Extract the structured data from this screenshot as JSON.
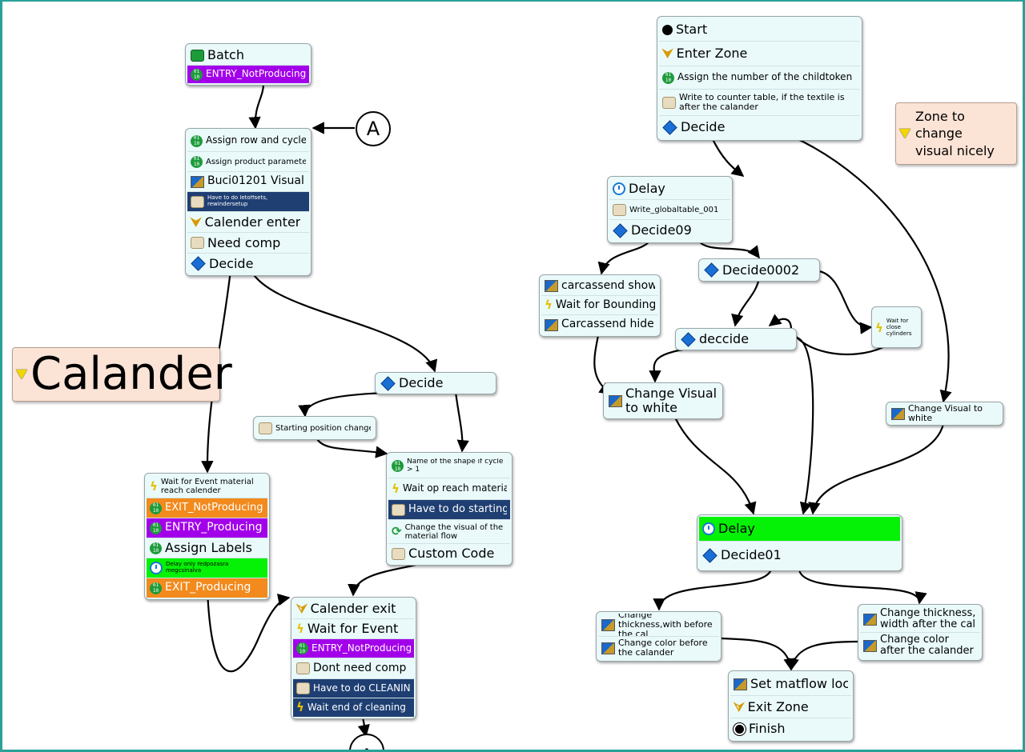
{
  "blocks": {
    "batch": {
      "items": [
        "Batch",
        "ENTRY_NotProducing"
      ]
    },
    "assign": {
      "items": [
        "Assign row and cycle",
        "Assign product parameters",
        "Buci01201 Visual",
        "Have to do letoffsets, rewindersetup",
        "Calender enter",
        "Need comp",
        "Decide"
      ]
    },
    "wait_event": {
      "items": [
        "Wait for Event material reach calender",
        "EXIT_NotProducing",
        "ENTRY_Producing",
        "Assign Labels",
        "Delay only ředpozasra megcsinalva",
        "EXIT_Producing"
      ]
    },
    "decide_mid": {
      "items": [
        "Decide"
      ]
    },
    "start_pos": {
      "items": [
        "Starting position change"
      ]
    },
    "name_shape": {
      "items": [
        "Name of the shape if cycle > 1",
        "Wait op reach material",
        "Have to do starting",
        "Change the visual of the material flow",
        "Custom Code"
      ]
    },
    "cal_exit": {
      "items": [
        "Calender exit",
        "Wait for Event",
        "ENTRY_NotProducing",
        "Dont need comp",
        "Have to do CLEANING",
        "Wait end of cleaning"
      ]
    },
    "start": {
      "items": [
        "Start",
        "Enter Zone",
        "Assign the number of the childtoken",
        "Write to counter table, if the textile is after the calander",
        "Decide"
      ]
    },
    "delay1": {
      "items": [
        "Delay",
        "Write_globaltable_001",
        "Decide09"
      ]
    },
    "carcass": {
      "items": [
        "carcassend show",
        "Wait for Bounding",
        "Carcassend hide"
      ]
    },
    "decide0002": {
      "items": [
        "Decide0002"
      ]
    },
    "deccide": {
      "items": [
        "deccide"
      ]
    },
    "wait_close": {
      "items": [
        "Wait for close cylinders"
      ]
    },
    "change_white1": {
      "items": [
        "Change Visual to white"
      ]
    },
    "change_white2": {
      "items": [
        "Change Visual to white"
      ]
    },
    "delay2": {
      "items": [
        "Delay",
        "Decide01"
      ]
    },
    "thick_before": {
      "items": [
        "Change thickness,with before the cal",
        "Change color before the calander"
      ]
    },
    "thick_after": {
      "items": [
        "Change thickness, width after the cal",
        "Change color after the calander"
      ]
    },
    "matflow": {
      "items": [
        "Set matflow loc",
        "Exit Zone",
        "Finish"
      ]
    }
  },
  "notes": {
    "calander": "Calander",
    "zone": "Zone to change visual nicely"
  },
  "connectors": {
    "a": "A"
  },
  "colors": {
    "frame": "#2aa198",
    "block_bg": "#eafafb",
    "purple": "#a300ea",
    "navy": "#1f3f73",
    "orange": "#f28a1d",
    "green": "#05f105",
    "note_bg": "#fbe3d6"
  },
  "icons": [
    "batch-icon",
    "assign-icon",
    "visual-icon",
    "scroll-icon",
    "enter-zone-icon",
    "decide-icon",
    "wait-event-icon",
    "delay-icon",
    "loop-icon",
    "start-icon",
    "finish-icon",
    "exit-zone-icon",
    "zone-triangle-icon"
  ]
}
